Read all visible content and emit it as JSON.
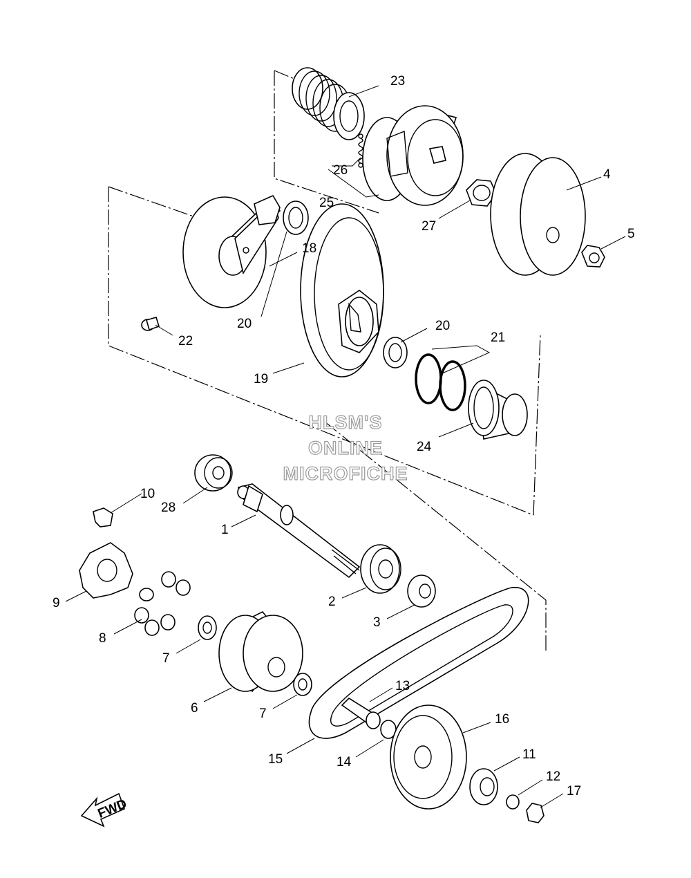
{
  "diagram": {
    "watermark": [
      "HLSM'S",
      "ONLINE",
      "MICROFICHE"
    ],
    "direction_tag": "FWD",
    "callouts": [
      "1",
      "2",
      "3",
      "4",
      "5",
      "6",
      "7",
      "7",
      "8",
      "9",
      "10",
      "11",
      "12",
      "13",
      "14",
      "15",
      "16",
      "17",
      "18",
      "19",
      "20",
      "20",
      "21",
      "22",
      "23",
      "24",
      "25",
      "26",
      "27",
      "28"
    ]
  }
}
